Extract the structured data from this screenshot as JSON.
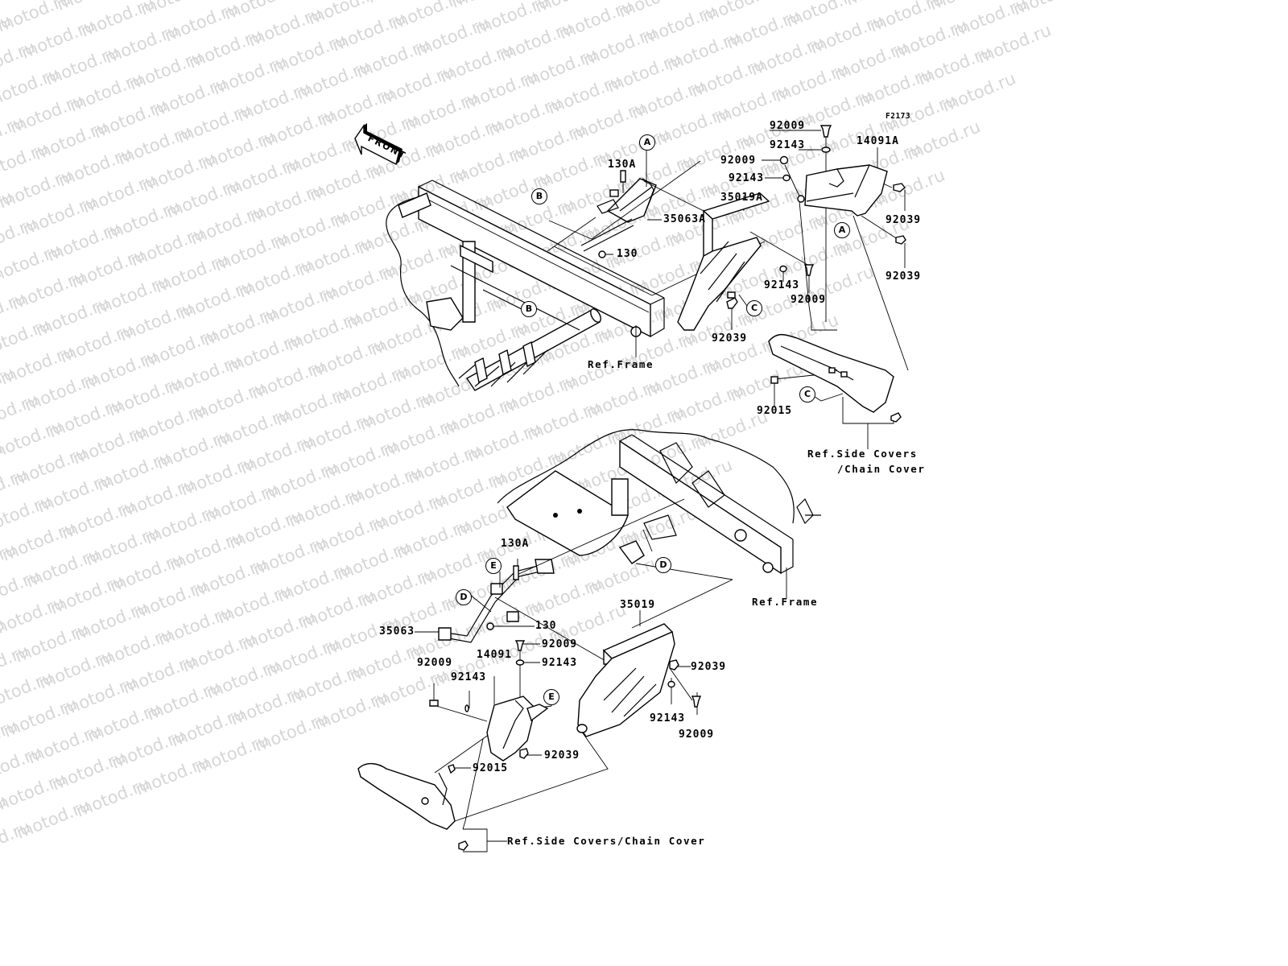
{
  "diagram": {
    "figure_code": "F2173",
    "front_arrow_label": "FRONT",
    "watermark_text": "motod.ru",
    "upper_assembly": {
      "part_labels": [
        {
          "id": "92009-top",
          "text": "92009"
        },
        {
          "id": "92143-top",
          "text": "92143"
        },
        {
          "id": "14091A",
          "text": "14091A"
        },
        {
          "id": "92009-left",
          "text": "92009"
        },
        {
          "id": "92143-left",
          "text": "92143"
        },
        {
          "id": "35019A",
          "text": "35019A"
        },
        {
          "id": "92039-right-1",
          "text": "92039"
        },
        {
          "id": "92039-right-2",
          "text": "92039"
        },
        {
          "id": "130A",
          "text": "130A"
        },
        {
          "id": "35063A",
          "text": "35063A"
        },
        {
          "id": "130",
          "text": "130"
        },
        {
          "id": "92143-mid",
          "text": "92143"
        },
        {
          "id": "92009-mid",
          "text": "92009"
        },
        {
          "id": "92039-mid",
          "text": "92039"
        },
        {
          "id": "92015",
          "text": "92015"
        }
      ],
      "ref_labels": {
        "frame": "Ref.Frame",
        "side_covers_line1": "Ref.Side Covers",
        "side_covers_line2": "/Chain Cover"
      },
      "callouts": [
        "A",
        "A",
        "B",
        "B",
        "C",
        "C"
      ]
    },
    "lower_assembly": {
      "part_labels": [
        {
          "id": "130A",
          "text": "130A"
        },
        {
          "id": "130",
          "text": "130"
        },
        {
          "id": "35063",
          "text": "35063"
        },
        {
          "id": "35019",
          "text": "35019"
        },
        {
          "id": "92009-a",
          "text": "92009"
        },
        {
          "id": "92143-a",
          "text": "92143"
        },
        {
          "id": "14091",
          "text": "14091"
        },
        {
          "id": "92009-b",
          "text": "92009"
        },
        {
          "id": "92143-b",
          "text": "92143"
        },
        {
          "id": "92039-a",
          "text": "92039"
        },
        {
          "id": "92143-c",
          "text": "92143"
        },
        {
          "id": "92009-c",
          "text": "92009"
        },
        {
          "id": "92039-b",
          "text": "92039"
        },
        {
          "id": "92015",
          "text": "92015"
        }
      ],
      "ref_labels": {
        "frame": "Ref.Frame",
        "side_covers": "Ref.Side Covers/Chain Cover"
      },
      "callouts": [
        "D",
        "D",
        "E",
        "E"
      ]
    }
  }
}
